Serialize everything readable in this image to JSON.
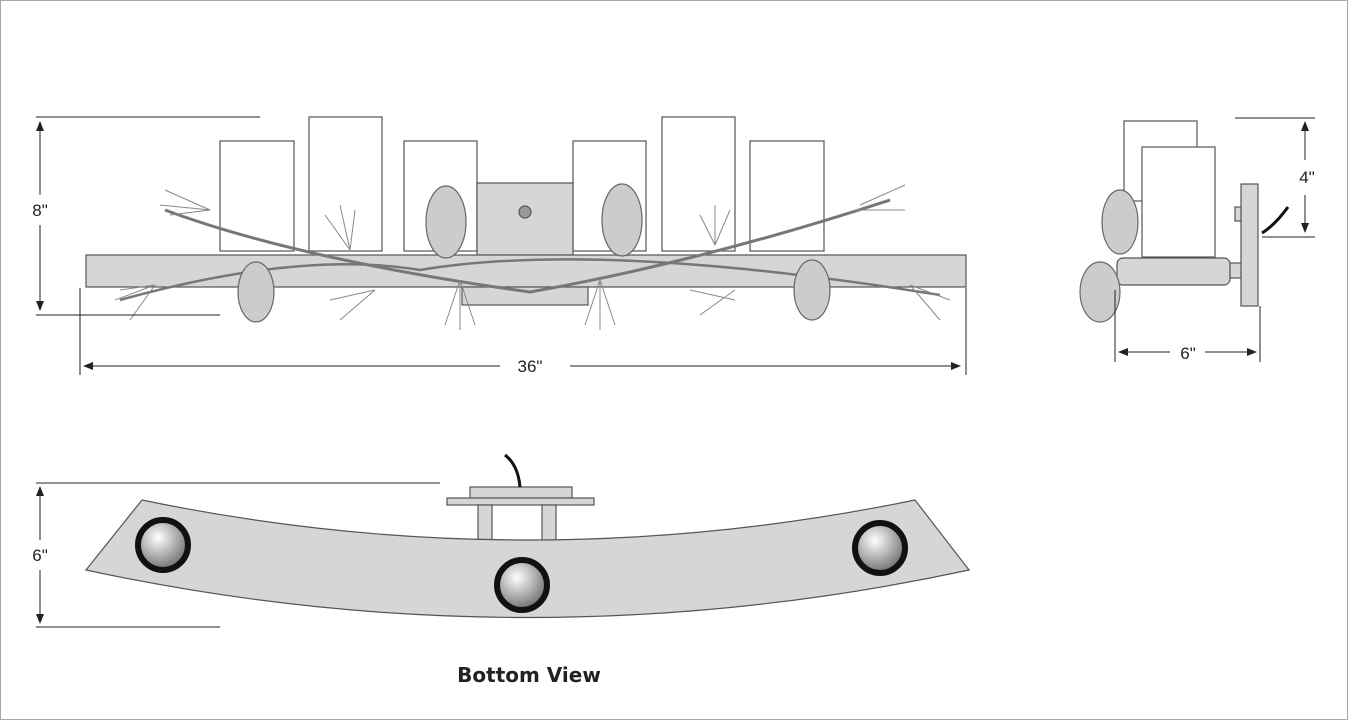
{
  "front_view": {
    "height_label": "8\"",
    "width_label": "36\""
  },
  "side_view": {
    "height_label": "4\"",
    "depth_label": "6\""
  },
  "bottom_view": {
    "depth_label": "6\"",
    "title": "Bottom View"
  },
  "colors": {
    "metal": "#d6d6d6",
    "line": "#555555",
    "glass": "#ffffff",
    "bulb_ring": "#111111"
  }
}
